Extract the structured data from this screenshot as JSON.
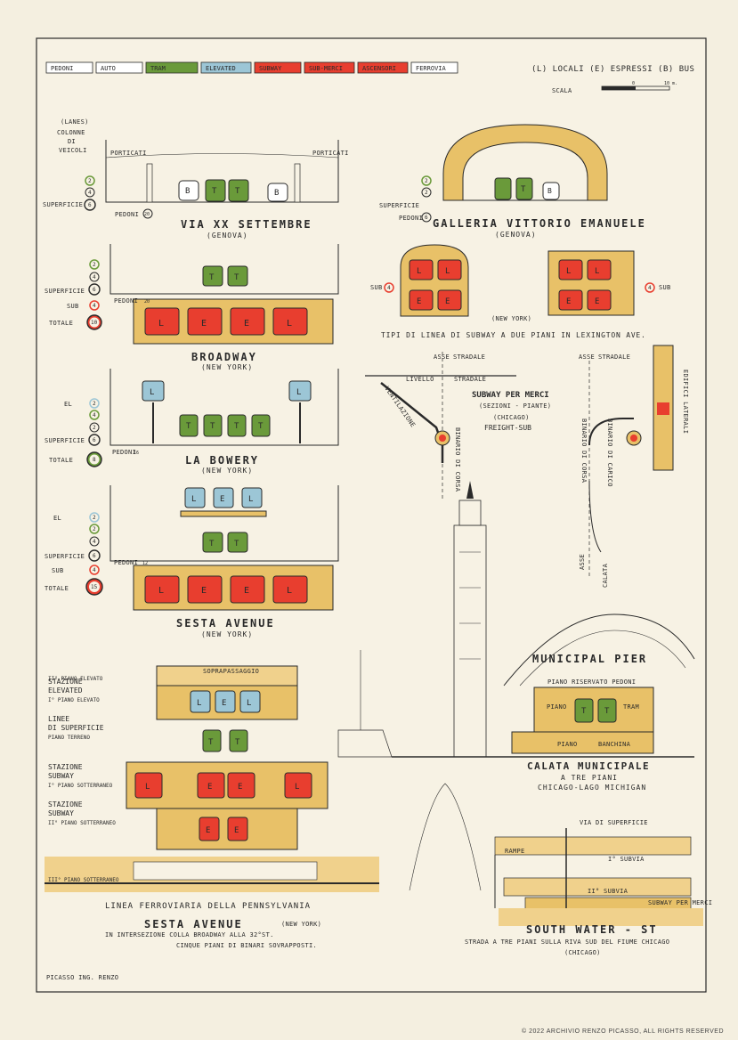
{
  "legend": {
    "items": [
      {
        "label": "PEDONI",
        "color": "#ffffff"
      },
      {
        "label": "AUTO",
        "color": "#ffffff"
      },
      {
        "label": "TRAM",
        "color": "#6a9a3a"
      },
      {
        "label": "ELEVATED",
        "color": "#9cc6d6"
      },
      {
        "label": "SUBWAY",
        "color": "#e83e2f"
      },
      {
        "label": "SUB-MERCI",
        "color": "#e83e2f"
      },
      {
        "label": "ASCENSORI",
        "color": "#e83e2f"
      },
      {
        "label": "FERROVIA",
        "color": "#ffffff"
      }
    ],
    "keys": "(L) LOCALI  (E) ESPRESSI  (B) BUS",
    "scale_label": "SCALA",
    "scale_ticks": [
      "0",
      "10 m."
    ]
  },
  "sections": {
    "genova": {
      "title": "VIA XX SETTEMBRE",
      "subtitle": "(GENOVA)",
      "side_labels": [
        "(LANES)",
        "COLONNE",
        "DI",
        "VEICOLI",
        "SUPERFICIE",
        "PEDONI"
      ],
      "counts": [
        "2",
        "4",
        "6"
      ],
      "pedoni_count": "20",
      "porticati": "PORTICATI"
    },
    "galleria": {
      "title": "GALLERIA VITTORIO EMANUELE",
      "subtitle": "(GENOVA)",
      "side_labels": [
        "SUPERFICIE",
        "PEDONI"
      ],
      "counts": [
        "2",
        "2",
        "6"
      ]
    },
    "broadway": {
      "title": "BROADWAY",
      "subtitle": "(NEW YORK)",
      "labels": [
        "SUPERFICIE",
        "SUB",
        "TOTALE",
        "PEDONI"
      ],
      "counts": [
        "2",
        "4",
        "6",
        "4",
        "10"
      ],
      "pedoni_count": "20",
      "cars": [
        "L",
        "E",
        "E",
        "L"
      ]
    },
    "lexington": {
      "title": "TIPI DI LINEA DI SUBWAY A DUE PIANI IN LEXINGTON AVE.",
      "city": "(NEW YORK)",
      "sub_label": "SUB",
      "sub_count": "4"
    },
    "bowery": {
      "title": "LA BOWERY",
      "subtitle": "(NEW YORK)",
      "labels": [
        "EL",
        "SUPERFICIE",
        "TOTALE",
        "PEDONI"
      ],
      "counts": [
        "2",
        "4",
        "2",
        "6",
        "8"
      ],
      "pedoni_count": "16"
    },
    "freight": {
      "title": "SUBWAY PER MERCI",
      "subtitle": "(SEZIONI - PIANTE)",
      "city": "(CHICAGO)",
      "en_title": "FREIGHT-SUB",
      "asse": "ASSE",
      "stradale": "STRADALE",
      "livello": "LIVELLO",
      "ventilazione": "VENTILAZIONE",
      "binario": "BINARIO DI CORSA",
      "binario2": "BINARIO DI CARICO",
      "edifici": "EDIFICI LATERALI"
    },
    "sesta": {
      "title": "SESTA AVENUE",
      "subtitle": "(NEW YORK)",
      "labels": [
        "EL",
        "SUPERFICIE",
        "SUB",
        "TOTALE",
        "PEDONI"
      ],
      "counts": [
        "2",
        "2",
        "4",
        "6",
        "4",
        "15"
      ],
      "pedoni_count": "12"
    },
    "pier": {
      "title": "MUNICIPAL PIER",
      "piano_riservato": "PIANO RISERVATO PEDONI",
      "piano": "PIANO",
      "tram": "TRAM",
      "piano2": "PIANO",
      "banchina": "BANCHINA",
      "asse": "ASSE",
      "calata": "CALATA",
      "caption1": "CALATA MUNICIPALE",
      "caption2": "A TRE PIANI",
      "caption3": "CHICAGO-LAGO MICHIGAN"
    },
    "crossing": {
      "sopra": "SOPRAPASSAGGIO",
      "levels": [
        {
          "line1": "II° PIANO ELEVATO",
          "line2": ""
        },
        {
          "line1": "STAZIONE",
          "line2": "ELEVATED",
          "line3": "I° PIANO ELEVATO"
        },
        {
          "line1": "LINEE",
          "line2": "DI SUPERFICIE",
          "line3": "PIANO TERRENO"
        },
        {
          "line1": "STAZIONE",
          "line2": "SUBWAY",
          "line3": "I° PIANO SOTTERRANEO"
        },
        {
          "line1": "STAZIONE",
          "line2": "SUBWAY",
          "line3": "II° PIANO SOTTERRANEO"
        },
        {
          "line1": "III° PIANO SOTTERRANEO",
          "line2": ""
        }
      ],
      "ferrovia": "LINEA FERROVIARIA DELLA PENNSYLVANIA",
      "caption_title": "SESTA AVENUE",
      "caption_city": "(NEW YORK)",
      "caption_line1": "IN INTERSEZIONE COLLA BROADWAY ALLA 32°ST.",
      "caption_line2": "CINQUE PIANI DI BINARI SOVRAPPOSTI."
    },
    "water": {
      "via": "VIA DI SUPERFICIE",
      "rampe": "RAMPE",
      "subvia1": "I° SUBVIA",
      "subvia2": "II° SUBVIA",
      "subway_merci": "SUBWAY PER MERCI",
      "title": "SOUTH WATER - ST",
      "line1": "STRADA A TRE PIANI SULLA RIVA SUD DEL FIUME CHICAGO",
      "line2": "(CHICAGO)"
    }
  },
  "signature": "PICASSO ING. RENZO",
  "copyright": "© 2022 ARCHIVIO RENZO PICASSO, ALL RIGHTS RESERVED"
}
